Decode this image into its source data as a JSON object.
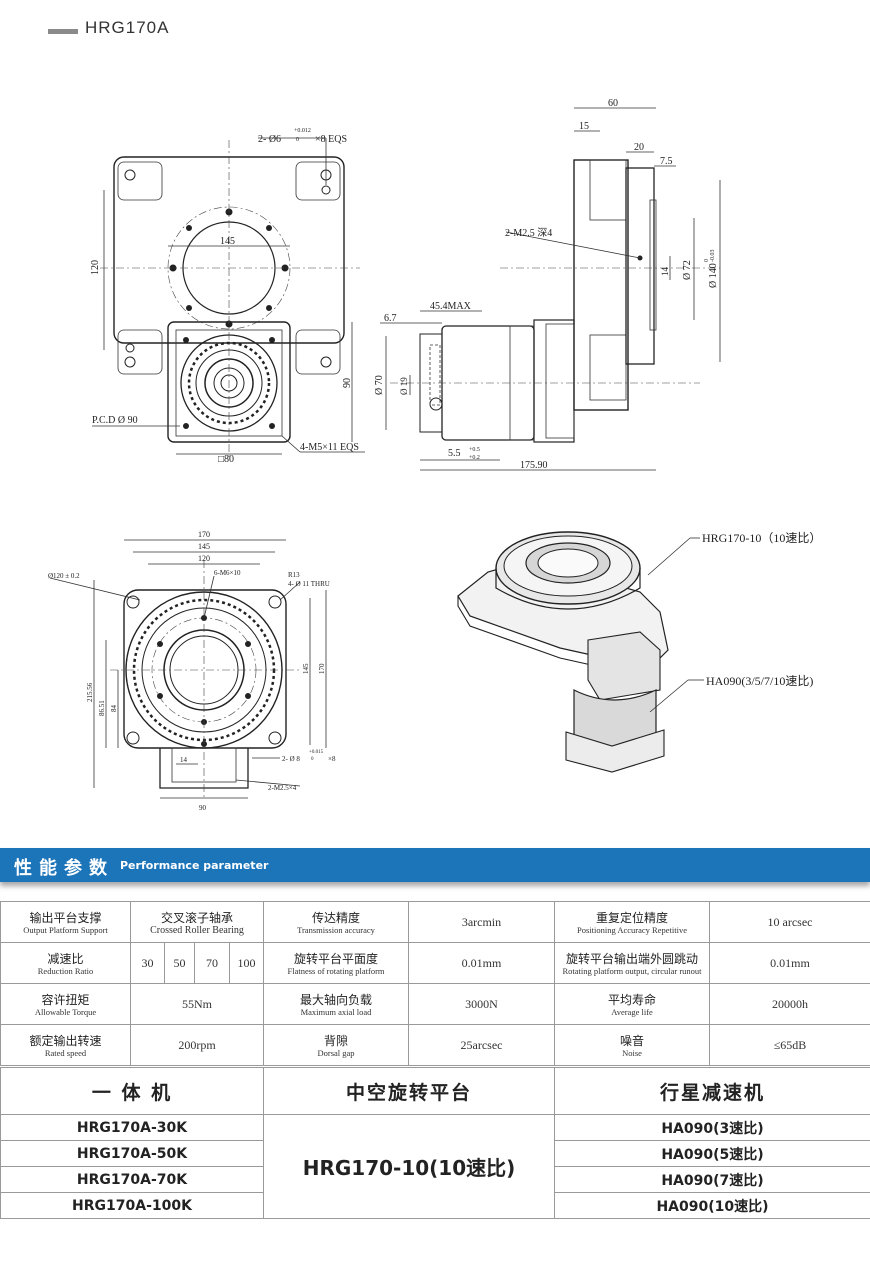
{
  "product_title": "HRG170A",
  "drawing_labels": {
    "top": {
      "pin_note": "2- Ø6",
      "pin_tol_top": "+0.012",
      "pin_tol_bot": "0",
      "pin_suffix": "×8 EQS",
      "d145": "145",
      "d120": "120",
      "d90": "90",
      "pcd": "P.C.D   Ø 90",
      "sq80": "□80",
      "m5": "4-M5×11 EQS"
    },
    "side": {
      "d60": "60",
      "d15": "15",
      "d20": "20",
      "d7_5": "7.5",
      "m2_5": "2-M2.5 深4",
      "d14": "14",
      "d72": "Ø 72",
      "d140": "Ø 140",
      "d140_tol_top": "0",
      "d140_tol_bot": "-0.03",
      "d45": "45.4MAX",
      "d6_7": "6.7",
      "d70": "Ø 70",
      "d19": "Ø 19",
      "d5_5": "5.5",
      "tol_top": "+0.5",
      "tol_bot": "+0.2",
      "d175": "175.90"
    },
    "bottom": {
      "d170": "170",
      "d145": "145",
      "d120": "120",
      "m6": "6-M6×10",
      "r13": "R13",
      "thru": "4- Ø 11 THRU",
      "d120tol": "Ø120 ± 0.2",
      "d215": "215.56",
      "d86": "86.51",
      "d84": "84",
      "d145v": "145",
      "d170v": "170",
      "d14": "14",
      "pin": "2- Ø 8",
      "pin_tol_top": "+0.015",
      "pin_tol_bot": "0",
      "pin_suffix": "×8",
      "m2_5": "2-M2.5×4",
      "d90": "90"
    },
    "iso": {
      "label_top": "HRG170-10（10速比）",
      "label_bottom": "HA090(3/5/7/10速比)"
    }
  },
  "section_header": {
    "cn": "性能参数",
    "en": "Performance parameter"
  },
  "params": {
    "r1": {
      "c1_cn": "输出平台支撑",
      "c1_en": "Output Platform Support",
      "c1_val_cn": "交叉滚子轴承",
      "c1_val_en": "Crossed Roller Bearing",
      "c2_cn": "传达精度",
      "c2_en": "Transmission accuracy",
      "c2_val": "3arcmin",
      "c3_cn": "重复定位精度",
      "c3_en": "Positioning Accuracy Repetitive",
      "c3_val": "10 arcsec"
    },
    "r2": {
      "c1_cn": "减速比",
      "c1_en": "Reduction Ratio",
      "ratios": [
        "30",
        "50",
        "70",
        "100"
      ],
      "c2_cn": "旋转平台平面度",
      "c2_en": "Flatness of rotating platform",
      "c2_val": "0.01mm",
      "c3_cn": "旋转平台输出端外圆跳动",
      "c3_en": "Rotating platform output, circular runout",
      "c3_val": "0.01mm"
    },
    "r3": {
      "c1_cn": "容许扭矩",
      "c1_en": "Allowable Torque",
      "c1_val": "55Nm",
      "c2_cn": "最大轴向负载",
      "c2_en": "Maximum axial load",
      "c2_val": "3000N",
      "c3_cn": "平均寿命",
      "c3_en": "Average life",
      "c3_val": "20000h"
    },
    "r4": {
      "c1_cn": "额定输出转速",
      "c1_en": "Rated speed",
      "c1_val": "200rpm",
      "c2_cn": "背隙",
      "c2_en": "Dorsal gap",
      "c2_val": "25arcsec",
      "c3_cn": "噪音",
      "c3_en": "Noise",
      "c3_val": "≤65dB"
    }
  },
  "models": {
    "headers": [
      "一 体 机",
      "中空旋转平台",
      "行星减速机"
    ],
    "integrated": [
      "HRG170A-30K",
      "HRG170A-50K",
      "HRG170A-70K",
      "HRG170A-100K"
    ],
    "platform": "HRG170-10(10速比)",
    "reducers": [
      "HA090(3速比)",
      "HA090(5速比)",
      "HA090(7速比)",
      "HA090(10速比)"
    ]
  }
}
